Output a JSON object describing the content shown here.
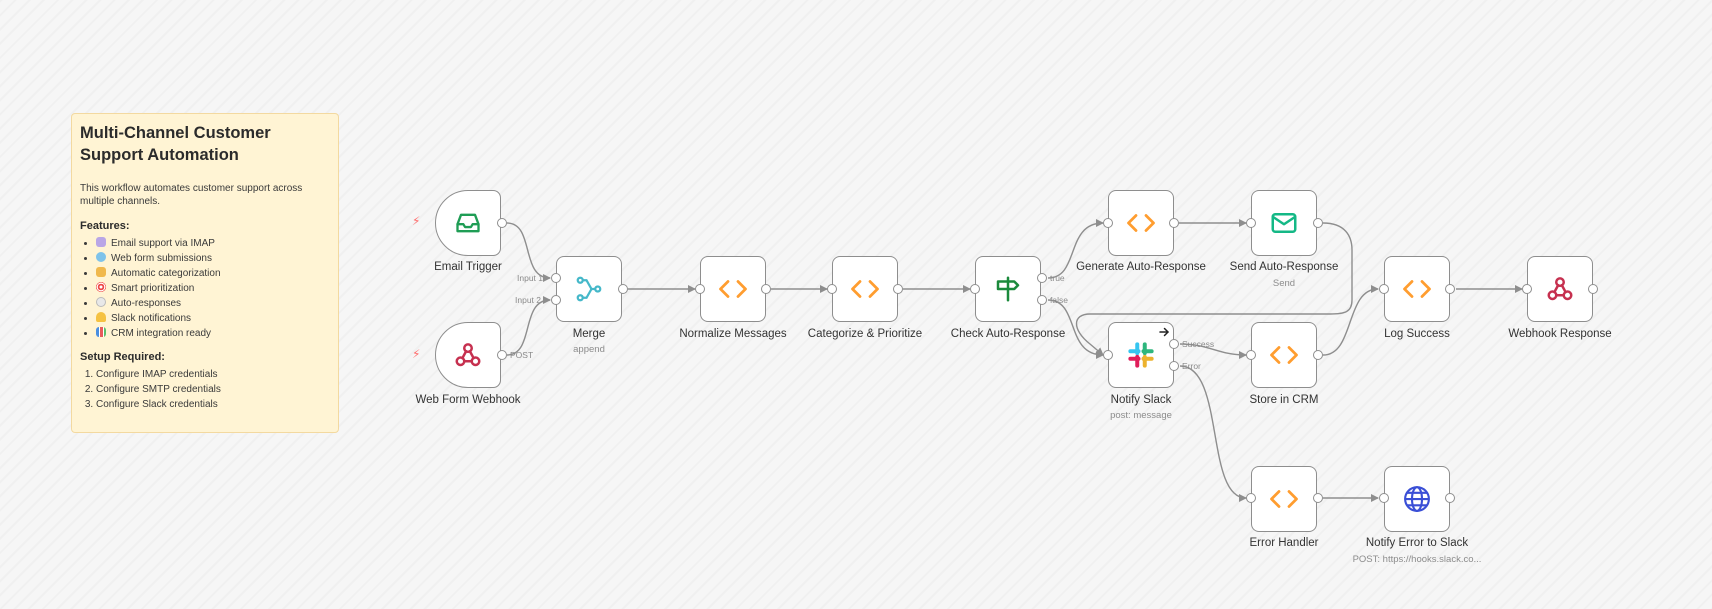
{
  "note": {
    "title": "Multi-Channel Customer Support Automation",
    "description": "This workflow automates customer support across multiple channels.",
    "features_heading": "Features:",
    "features": [
      {
        "emoji": "email-emoji",
        "text": "Email support via IMAP"
      },
      {
        "emoji": "globe-emoji",
        "text": "Web form submissions"
      },
      {
        "emoji": "label-emoji",
        "text": "Automatic categorization"
      },
      {
        "emoji": "target-emoji",
        "text": "Smart prioritization"
      },
      {
        "emoji": "speech-emoji",
        "text": "Auto-responses"
      },
      {
        "emoji": "bell-emoji",
        "text": "Slack notifications"
      },
      {
        "emoji": "chart-emoji",
        "text": "CRM integration ready"
      }
    ],
    "setup_heading": "Setup Required:",
    "setup": [
      "Configure IMAP credentials",
      "Configure SMTP credentials",
      "Configure Slack credentials"
    ]
  },
  "nodes": {
    "email_trigger": {
      "label": "Email Trigger",
      "icon": "inbox-icon"
    },
    "web_form_webhook": {
      "label": "Web Form Webhook",
      "icon": "webhook-icon",
      "port_label": "POST"
    },
    "merge": {
      "label": "Merge",
      "sub": "append",
      "icon": "merge-icon",
      "input1": "Input 1",
      "input2": "Input 2"
    },
    "normalize_messages": {
      "label": "Normalize Messages",
      "icon": "code-icon"
    },
    "categorize_prioritize": {
      "label": "Categorize & Prioritize",
      "icon": "code-icon"
    },
    "check_auto_response": {
      "label": "Check Auto-Response",
      "icon": "signpost-icon",
      "true_label": "true",
      "false_label": "false"
    },
    "generate_auto_response": {
      "label": "Generate Auto-Response",
      "icon": "code-icon"
    },
    "send_auto_response": {
      "label": "Send Auto-Response",
      "sub": "Send",
      "icon": "mail-icon"
    },
    "notify_slack": {
      "label": "Notify Slack",
      "sub": "post: message",
      "icon": "slack-icon",
      "success_label": "Success",
      "error_label": "Error"
    },
    "store_in_crm": {
      "label": "Store in CRM",
      "icon": "code-icon"
    },
    "log_success": {
      "label": "Log Success",
      "icon": "code-icon"
    },
    "webhook_response": {
      "label": "Webhook Response",
      "icon": "webhook-icon"
    },
    "error_handler": {
      "label": "Error Handler",
      "icon": "code-icon"
    },
    "notify_error_slack": {
      "label": "Notify Error to Slack",
      "sub": "POST: https://hooks.slack.co...",
      "icon": "globe-icon"
    }
  },
  "colors": {
    "code_icon": "#ff9d2f",
    "trigger_bolt": "#ff6d6d",
    "inbox_icon": "#1f9d55",
    "mail_icon": "#14b886",
    "merge_icon": "#45b8c9",
    "signpost_icon": "#1b8a3c",
    "webhook_icon": "#c6304f",
    "globe_icon": "#3a4fd6",
    "note_background": "#fff4d4"
  }
}
